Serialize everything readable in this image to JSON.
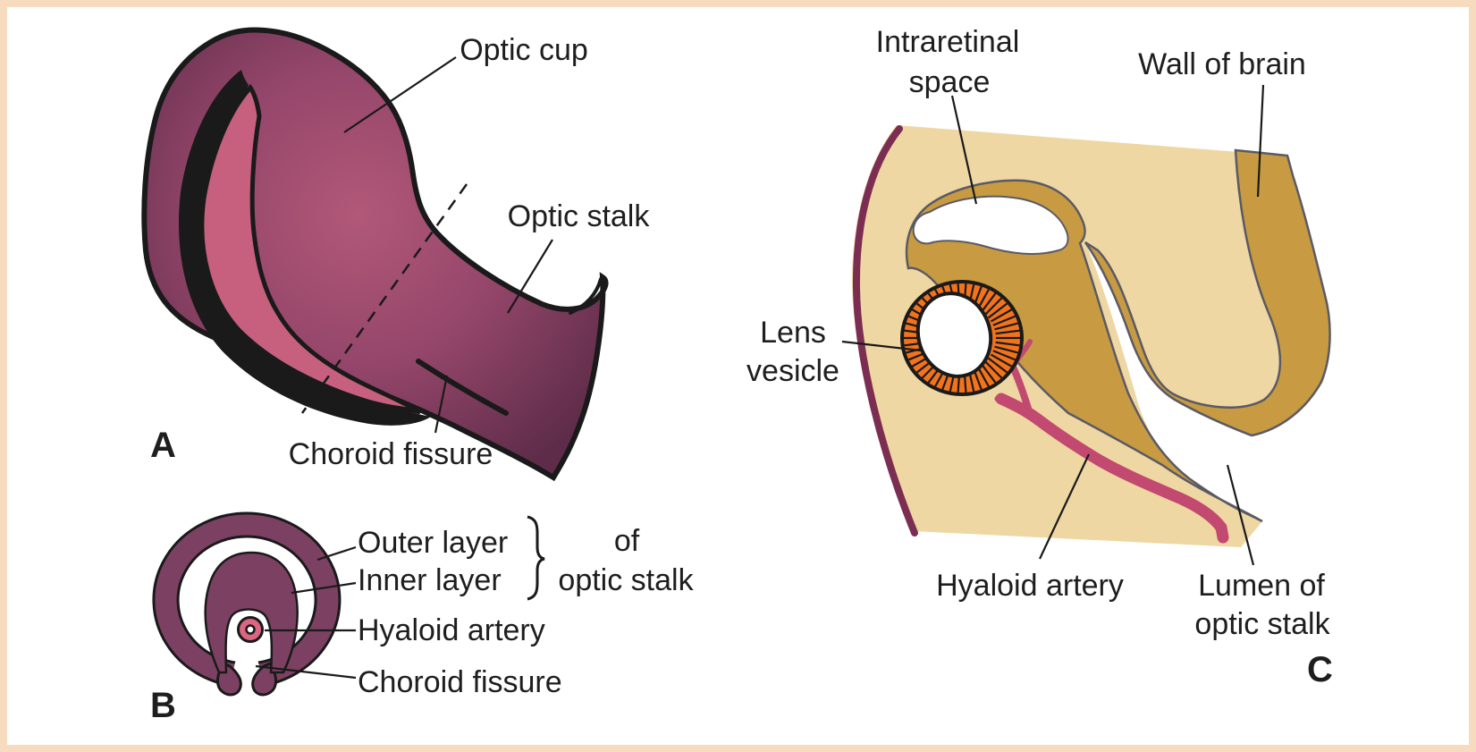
{
  "figure": {
    "border_color": "#F7DBBE",
    "background": "#FFFFFF"
  },
  "panel_a": {
    "letter": "A",
    "labels": {
      "optic_cup": "Optic cup",
      "optic_stalk": "Optic stalk",
      "choroid_fissure": "Choroid fissure"
    },
    "colors": {
      "cup_center": "#B25878",
      "cup_mid": "#94466A",
      "cup_edge": "#5E2C49",
      "inner_layer_pink": "#C7607E",
      "outline": "#1A1A1A"
    }
  },
  "panel_b": {
    "letter": "B",
    "labels": {
      "outer_layer": "Outer layer",
      "inner_layer": "Inner layer",
      "brace_of": "of",
      "brace_optic_stalk": "optic stalk",
      "hyaloid_artery": "Hyaloid artery",
      "choroid_fissure": "Choroid fissure"
    },
    "colors": {
      "ring": "#7C4162",
      "artery": "#DC6581"
    }
  },
  "panel_c": {
    "letter": "C",
    "labels": {
      "intraretinal_space_line1": "Intraretinal",
      "intraretinal_space_line2": "space",
      "wall_of_brain": "Wall of brain",
      "lens_vesicle_line1": "Lens",
      "lens_vesicle_line2": "vesicle",
      "hyaloid_artery": "Hyaloid artery",
      "lumen_line1": "Lumen of",
      "lumen_line2": "optic stalk"
    },
    "colors": {
      "body_tan": "#EED7A3",
      "band_gold": "#C89B42",
      "band_outline": "#5A5A64",
      "ectoderm_strip": "#7B2E52",
      "lens_orange": "#F3731D",
      "artery_pink": "#C2496F"
    }
  }
}
